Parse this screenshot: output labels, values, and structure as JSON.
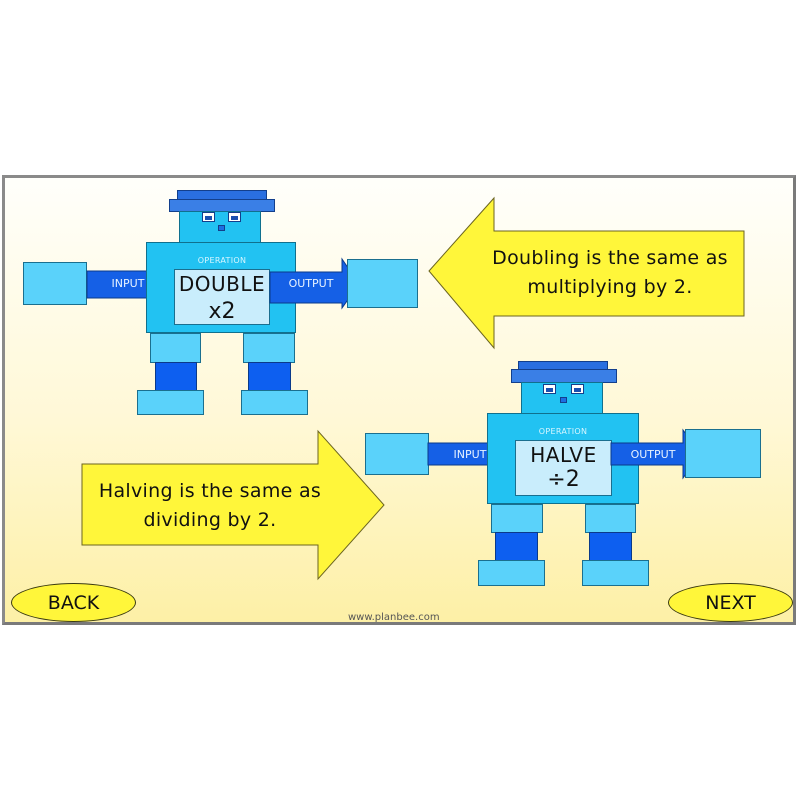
{
  "robots": [
    {
      "operation_label": "OPERATION",
      "operation_name": "DOUBLE",
      "operation_symbol": "x2",
      "input_label": "INPUT",
      "output_label": "OUTPUT"
    },
    {
      "operation_label": "OPERATION",
      "operation_name": "HALVE",
      "operation_symbol": "÷2",
      "input_label": "INPUT",
      "output_label": "OUTPUT"
    }
  ],
  "callouts": {
    "doubling": {
      "line1": "Doubling is the same as",
      "line2": "multiplying by 2."
    },
    "halving": {
      "line1": "Halving is the same as",
      "line2": "dividing by 2."
    }
  },
  "nav": {
    "back_label": "BACK",
    "next_label": "NEXT"
  },
  "footer": {
    "site": "www.planbee.com"
  },
  "colors": {
    "robot_body": "#22c2f2",
    "robot_limbs": "#5ad2fa",
    "robot_shins": "#0d5ff0",
    "arrow_blue": "#1560e6",
    "callout_yellow": "#fff63a"
  }
}
